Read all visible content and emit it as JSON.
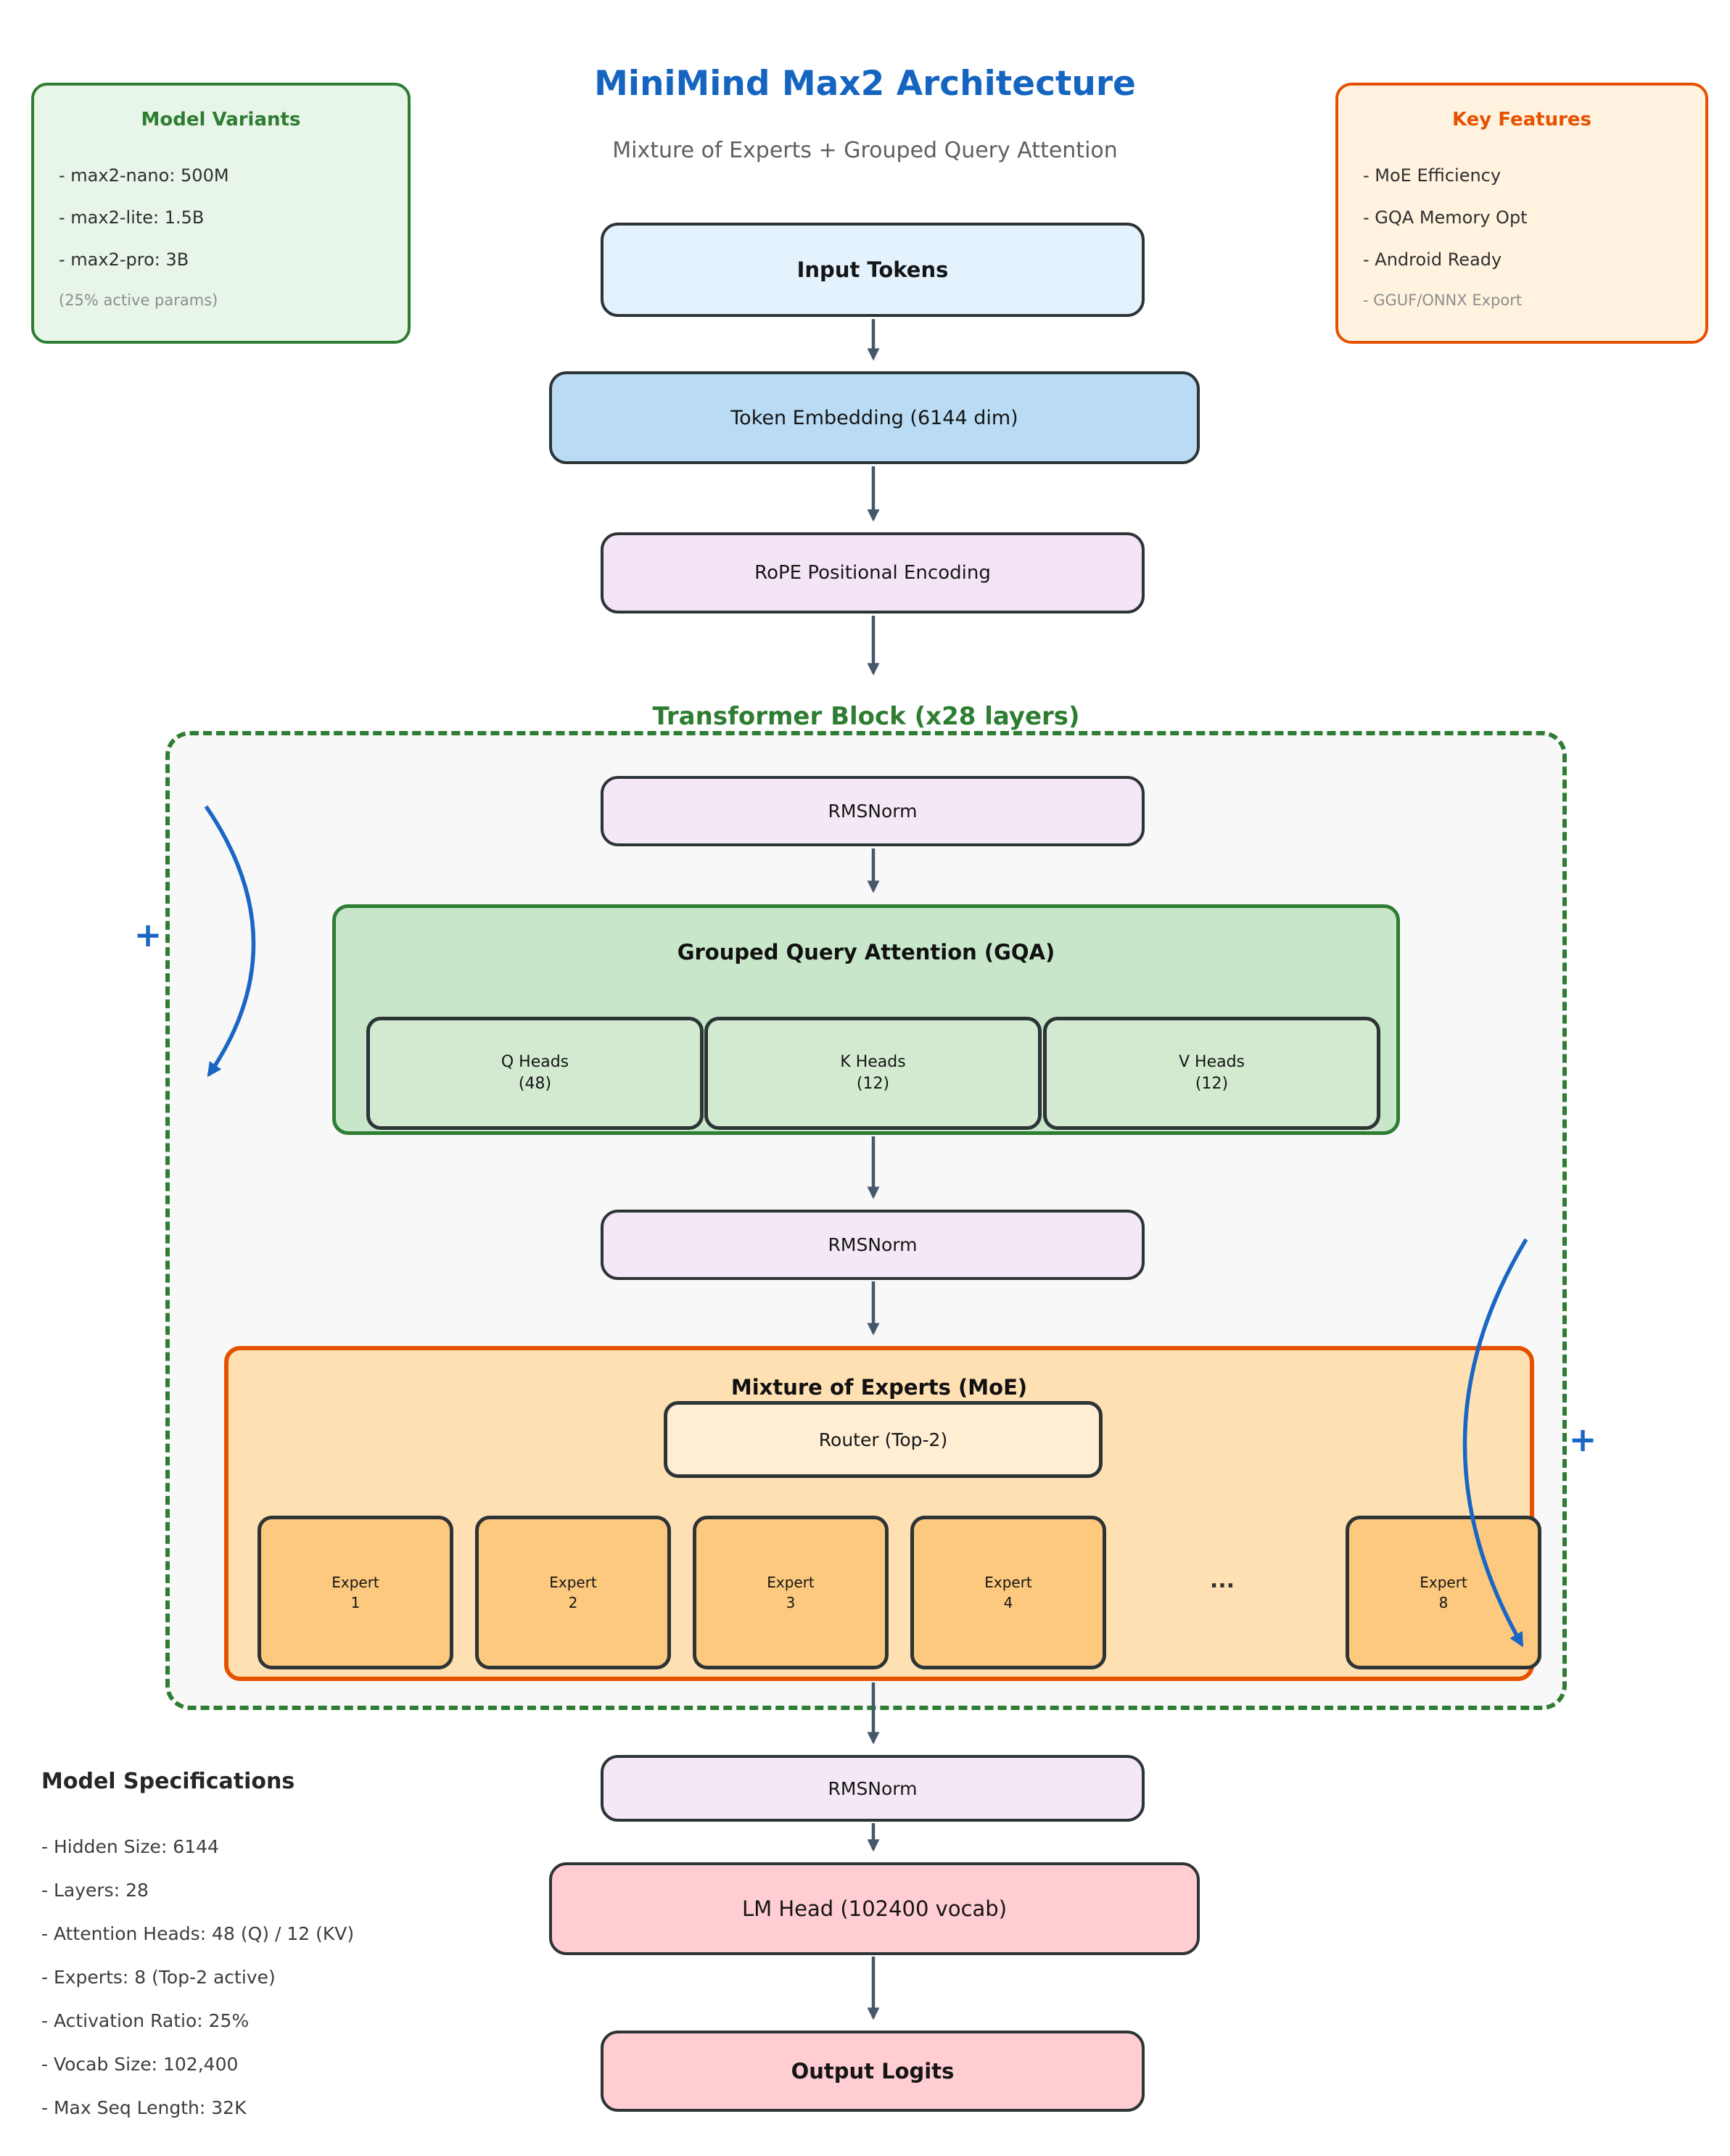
{
  "title": "MiniMind Max2 Architecture",
  "subtitle": "Mixture of Experts + Grouped Query Attention",
  "palette": {
    "title_blue": "#1565c0",
    "green": "#2e7d32",
    "orange": "#e65100",
    "node_border": "#2d3436",
    "arrow_gray": "#45586b",
    "residual_blue": "#1a66c4",
    "light_blue": "#e3f2fd",
    "mid_blue": "#b9dcf4",
    "lavender": "#f5e8f6",
    "gqa_green": "#c8e6c9",
    "moe_orange": "#ffe0b2",
    "expert_orange": "#fdc97e",
    "pink": "#ffcdd2"
  },
  "model_variants": {
    "title": "Model Variants",
    "items": [
      "- max2-nano: 500M",
      "- max2-lite: 1.5B",
      "- max2-pro: 3B"
    ],
    "note": "(25% active params)"
  },
  "key_features": {
    "title": "Key Features",
    "items": [
      "- MoE Efficiency",
      "- GQA Memory Opt",
      "- Android Ready"
    ],
    "note": "- GGUF/ONNX Export"
  },
  "flow": {
    "input_tokens": "Input Tokens",
    "token_embedding": "Token Embedding (6144 dim)",
    "rope": "RoPE Positional Encoding",
    "rmsnorm_pre_attn": "RMSNorm",
    "rmsnorm_pre_moe": "RMSNorm",
    "rmsnorm_final": "RMSNorm",
    "lm_head": "LM Head (102400 vocab)",
    "output_logits": "Output Logits"
  },
  "transformer_block": {
    "label": "Transformer Block (x28 layers)",
    "residual_plus": "+",
    "gqa": {
      "title": "Grouped Query Attention (GQA)",
      "heads": [
        {
          "name": "Q Heads",
          "count": "(48)"
        },
        {
          "name": "K Heads",
          "count": "(12)"
        },
        {
          "name": "V Heads",
          "count": "(12)"
        }
      ]
    },
    "moe": {
      "title": "Mixture of Experts (MoE)",
      "router": "Router (Top-2)",
      "ellipsis": "...",
      "experts": [
        {
          "name": "Expert",
          "number": "1"
        },
        {
          "name": "Expert",
          "number": "2"
        },
        {
          "name": "Expert",
          "number": "3"
        },
        {
          "name": "Expert",
          "number": "4"
        },
        {
          "name": "Expert",
          "number": "8"
        }
      ]
    }
  },
  "model_specs": {
    "title": "Model Specifications",
    "items": [
      "- Hidden Size: 6144",
      "- Layers: 28",
      "- Attention Heads: 48 (Q) / 12 (KV)",
      "- Experts: 8 (Top-2 active)",
      "- Activation Ratio: 25%",
      "- Vocab Size: 102,400",
      "- Max Seq Length: 32K"
    ]
  }
}
